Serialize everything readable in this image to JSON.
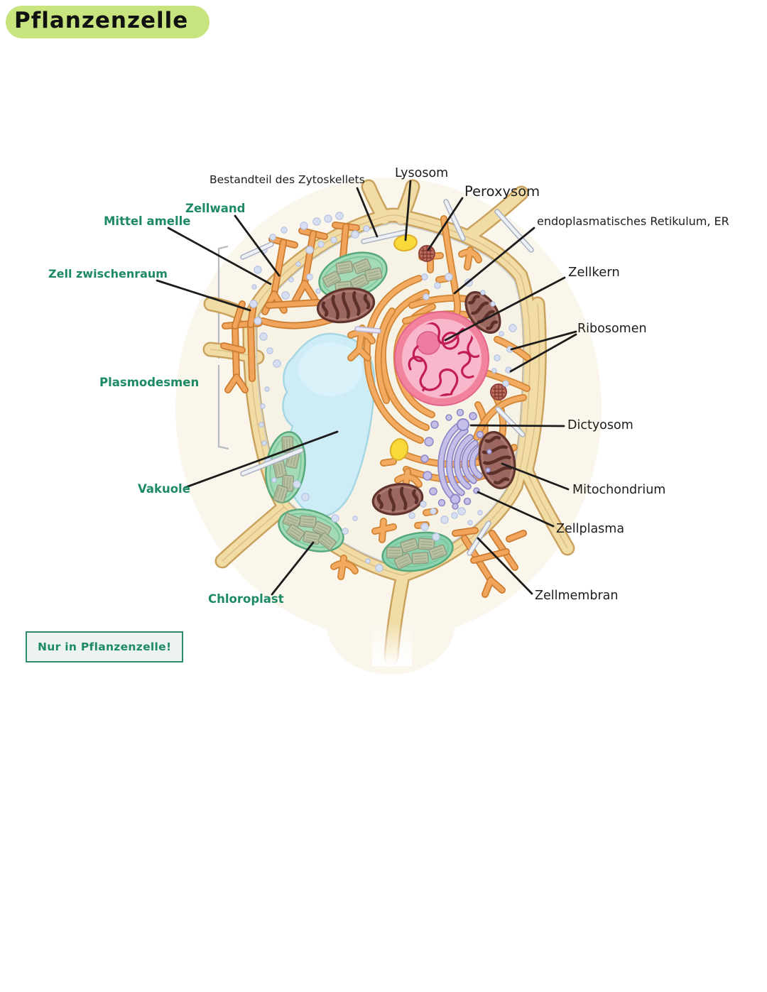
{
  "title": {
    "text": "Pflanzenzelle"
  },
  "note_box": {
    "text": "Nur in Pflanzenzelle!"
  },
  "labels": [
    {
      "id": "zytoskelett",
      "text": "Bestandteil des Zytoskellets",
      "color": "black"
    },
    {
      "id": "lysosom",
      "text": "Lysosom",
      "color": "black"
    },
    {
      "id": "peroxysom",
      "text": "Peroxysom",
      "color": "black"
    },
    {
      "id": "er",
      "text": "endoplasmatisches Retikulum, ER",
      "color": "black"
    },
    {
      "id": "zellwand",
      "text": "Zellwand",
      "color": "green"
    },
    {
      "id": "mittellamelle",
      "text": "Mittel amelle",
      "color": "green"
    },
    {
      "id": "zellzwischenraum",
      "text": "Zell zwischenraum",
      "color": "green"
    },
    {
      "id": "zellkern",
      "text": "Zellkern",
      "color": "black"
    },
    {
      "id": "ribosomen",
      "text": "Ribosomen",
      "color": "black"
    },
    {
      "id": "plasmodesmen",
      "text": "Plasmodesmen",
      "color": "green"
    },
    {
      "id": "dictyosom",
      "text": "Dictyosom",
      "color": "black"
    },
    {
      "id": "vakuole",
      "text": "Vakuole",
      "color": "green"
    },
    {
      "id": "mitochondrium",
      "text": "Mitochondrium",
      "color": "black"
    },
    {
      "id": "zellplasma",
      "text": "Zellplasma",
      "color": "black"
    },
    {
      "id": "chloroplast",
      "text": "Chloroplast",
      "color": "green"
    },
    {
      "id": "zellmembran",
      "text": "Zellmembran",
      "color": "black"
    }
  ],
  "colors": {
    "title_highlight": "#c7e47e",
    "label_green": "#1d8a63",
    "label_black": "#1c1c1c",
    "note_green": "#2f8c68",
    "wall_fill": "#f1dca6",
    "wall_outline": "#c9a25e",
    "cytoplasm": "#f6f3e6",
    "vacuole_fill": "#cdecf6",
    "vacuole_outline": "#a5d6e4",
    "nucleus_ring": "#f2839f",
    "nucleus_inner": "#f8b7ca",
    "chromatin": "#c21e55",
    "er_orange": "#f2ab60",
    "er_outline": "#d08434",
    "chloroplast_fill": "#a3dbb6",
    "chloroplast_outline": "#57a97c",
    "grana_fill": "#b9c2a2",
    "mitochondrion_fill": "#9b675e",
    "mitochondrion_dark": "#5c2f2a",
    "golgi_fill": "#c4bfe9",
    "golgi_outline": "#8e87c6",
    "lysosome_yellow": "#f7da3a",
    "peroxisome_fill": "#bb6d60",
    "ribosome_dot": "#d6dff2"
  }
}
